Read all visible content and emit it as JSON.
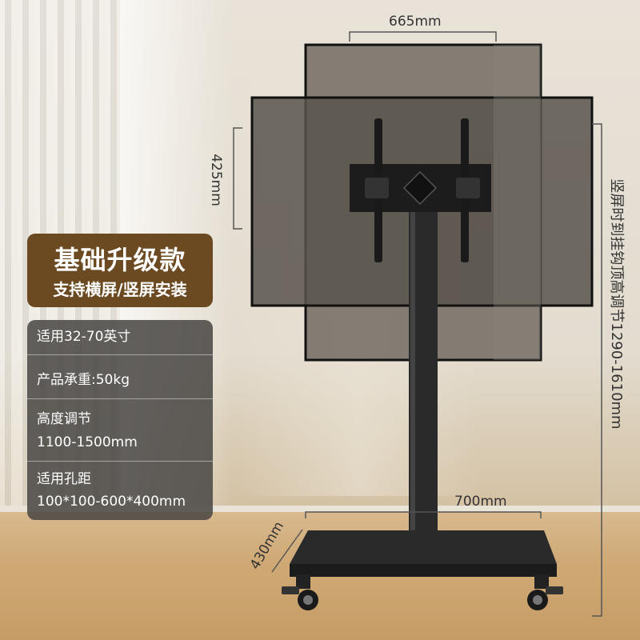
{
  "badge": {
    "title": "基础升级款",
    "subtitle": "支持横屏/竖屏安装"
  },
  "specs": [
    {
      "text": "适用32-70英寸"
    },
    {
      "text": "产品承重:50kg"
    },
    {
      "text": "高度调节",
      "value": "1100-1500mm"
    },
    {
      "text": "适用孔距",
      "value": "100*100-600*400mm"
    }
  ],
  "dimensions": {
    "screen_width": "665mm",
    "screen_height": "425mm",
    "base_width": "700mm",
    "base_depth": "430mm",
    "vertical_height": "竖屏时到挂钩顶高调节1290-1610mm"
  },
  "colors": {
    "badge_bg": "#6b4a22",
    "spec_bg": "#464442",
    "screen_fill": "#5e5952",
    "stand": "#2a2a2a"
  }
}
